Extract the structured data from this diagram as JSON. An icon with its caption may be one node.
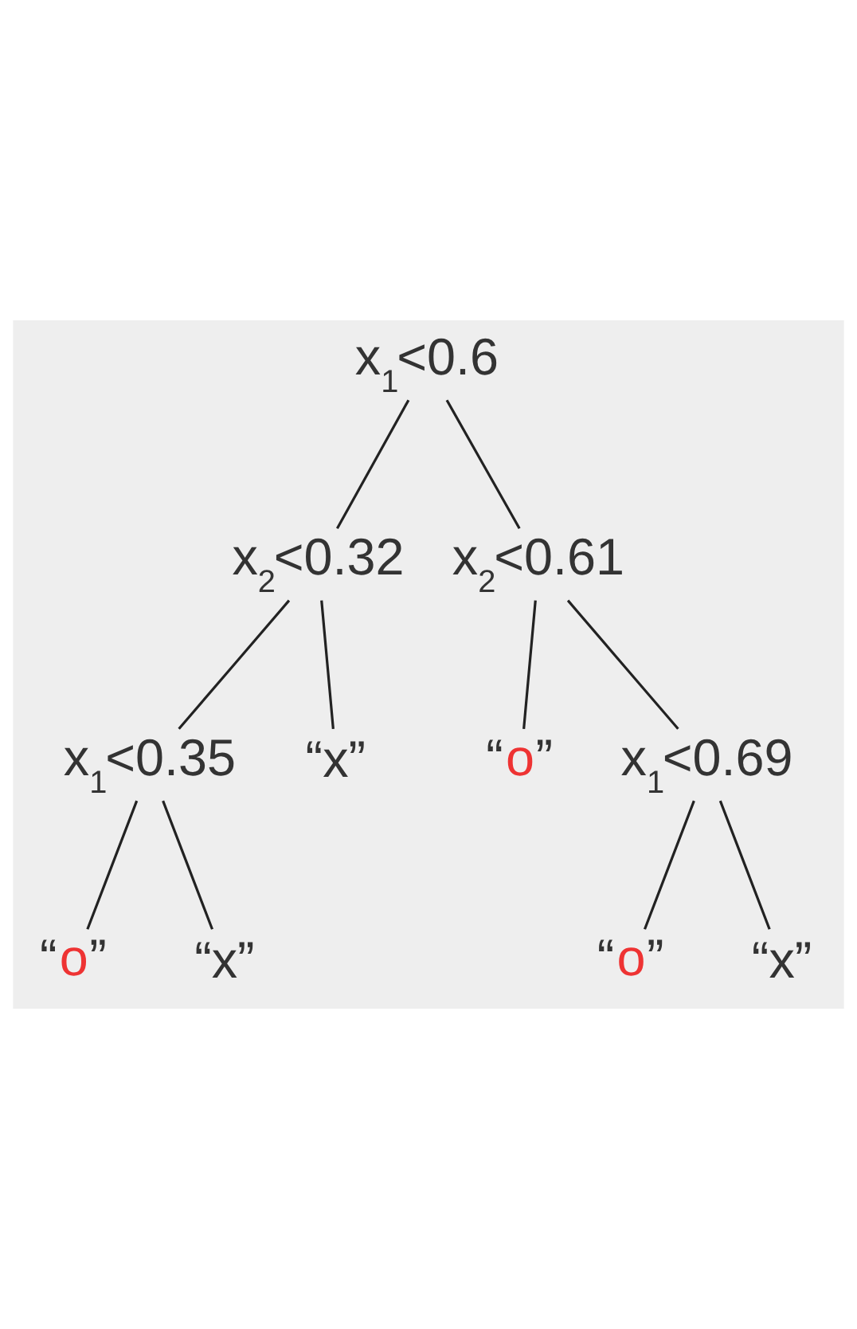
{
  "diagram": {
    "nodes": [
      {
        "text": [
          "x$_{1}$<0.6"
        ]
      },
      {
        "text": [
          "x$_{2}$<0.32"
        ]
      },
      {
        "text": [
          "x$_{2}$<0.61"
        ]
      },
      {
        "text": [
          "x$_{1}$<0.35"
        ]
      },
      {
        "text": [
          "“x”"
        ]
      },
      {
        "text": [
          "“o”"
        ]
      },
      {
        "text": [
          "x$_{1}$<0.69"
        ]
      },
      {
        "text": [
          "“o”"
        ]
      },
      {
        "text": [
          "“x”"
        ]
      },
      {
        "text": [
          "“o”"
        ]
      },
      {
        "text": [
          "“x”"
        ]
      }
    ],
    "edges": [
      {
        "from": 0,
        "to": 1,
        "arrow": "none"
      },
      {
        "from": 0,
        "to": 2,
        "arrow": "none"
      },
      {
        "from": 1,
        "to": 3,
        "arrow": "none"
      },
      {
        "from": 1,
        "to": 4,
        "arrow": "none"
      },
      {
        "from": 2,
        "to": 5,
        "arrow": "none"
      },
      {
        "from": 2,
        "to": 6,
        "arrow": "none"
      },
      {
        "from": 3,
        "to": 7,
        "arrow": "none"
      },
      {
        "from": 3,
        "to": 8,
        "arrow": "none"
      },
      {
        "from": 6,
        "to": 9,
        "arrow": "none"
      },
      {
        "from": 6,
        "to": 10,
        "arrow": "none"
      }
    ]
  }
}
